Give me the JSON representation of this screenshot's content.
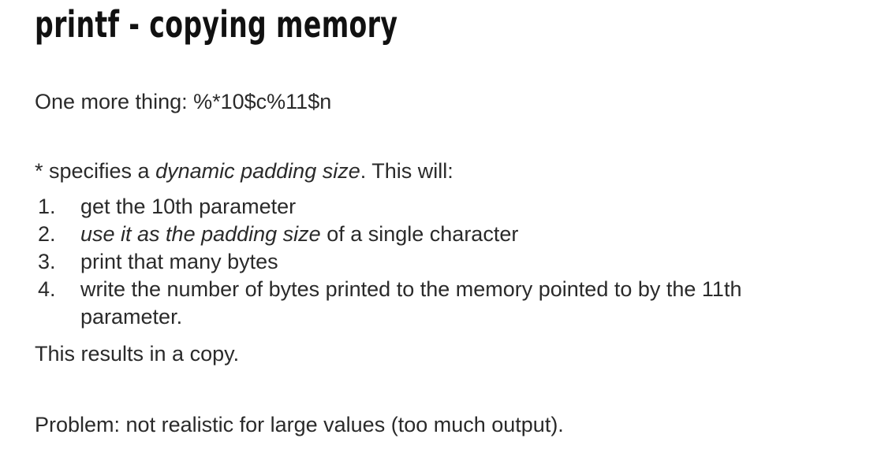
{
  "slide": {
    "title": "printf - copying memory",
    "one_more": "One more thing: %*10$c%11$n",
    "star_prefix": "* specifies a ",
    "star_emph": "dynamic padding size",
    "star_suffix": ". This will:",
    "steps": [
      {
        "num": "1.",
        "pre": "get the 10th parameter",
        "emph": "",
        "post": ""
      },
      {
        "num": "2.",
        "pre": "",
        "emph": "use it as the padding size",
        "post": " of a single character"
      },
      {
        "num": "3.",
        "pre": "print that many bytes",
        "emph": "",
        "post": ""
      },
      {
        "num": "4.",
        "pre": "write the number of bytes printed to the memory pointed to by the 11th parameter.",
        "emph": "",
        "post": ""
      }
    ],
    "result": "This results in a copy.",
    "problem": "Problem: not realistic for large values (too much output)."
  }
}
